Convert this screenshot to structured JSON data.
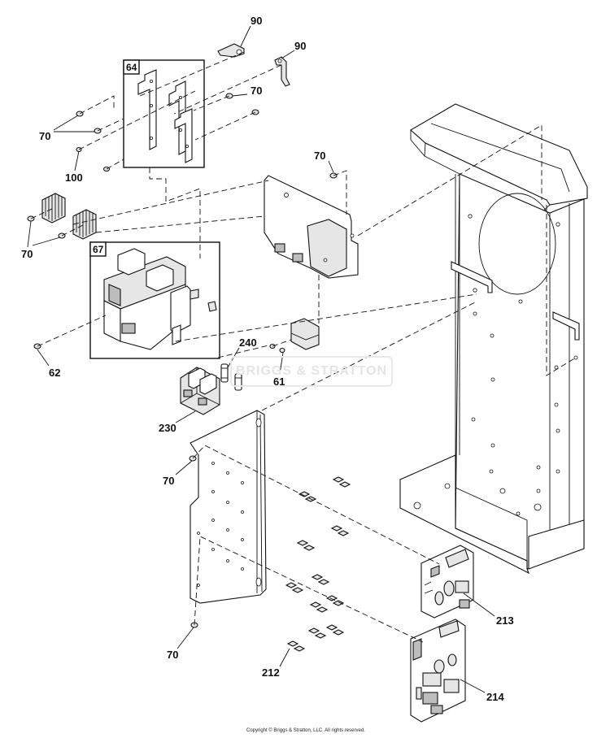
{
  "diagram": {
    "callouts": {
      "c90a": "90",
      "c90b": "90",
      "c70a": "70",
      "c70b": "70",
      "c70c": "70",
      "c70d": "70",
      "c70e": "70",
      "c70f": "70",
      "c100": "100",
      "c62": "62",
      "c240": "240",
      "c61": "61",
      "c230": "230",
      "c213": "213",
      "c214": "214",
      "c212": "212"
    },
    "kit_boxes": {
      "k64": "64",
      "k67": "67"
    }
  },
  "watermark": "BRIGGS & STRATTON",
  "copyright": "Copyright © Briggs & Stratton, LLC. All rights reserved."
}
